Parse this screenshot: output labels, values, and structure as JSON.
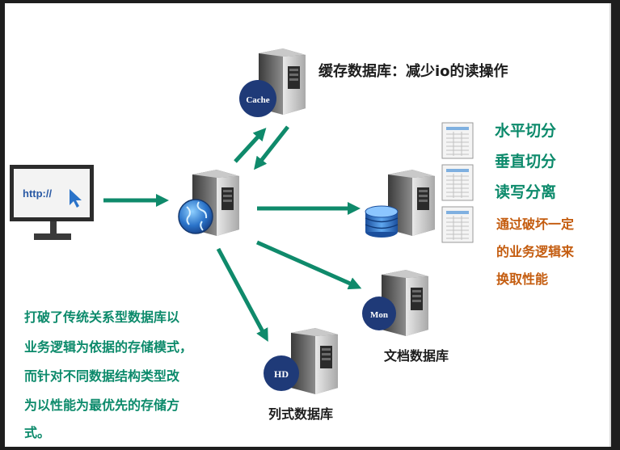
{
  "browser": {
    "url_text": "http://"
  },
  "servers": {
    "cache": {
      "badge": "Cache"
    },
    "mon": {
      "badge": "Mon"
    },
    "hd": {
      "badge": "HD"
    }
  },
  "labels": {
    "cache_db": "缓存数据库：减少io的读操作",
    "horizontal_split": "水平切分",
    "vertical_split": "垂直切分",
    "rw_split": "读写分离",
    "tradeoff": [
      "通过破坏一定",
      "的业务逻辑来",
      "换取性能"
    ],
    "document_db": "文档数据库",
    "column_db": "列式数据库",
    "description": [
      "打破了传统关系型数据库以",
      "业务逻辑为依据的存储模式，",
      "而针对不同数据结构类型改",
      "为以性能为最优先的存储方",
      "式。"
    ]
  },
  "colors": {
    "arrow": "#0f8a6b",
    "green_text": "#0c8a6b",
    "orange_text": "#c45c0f",
    "badge": "#1f3a78"
  }
}
